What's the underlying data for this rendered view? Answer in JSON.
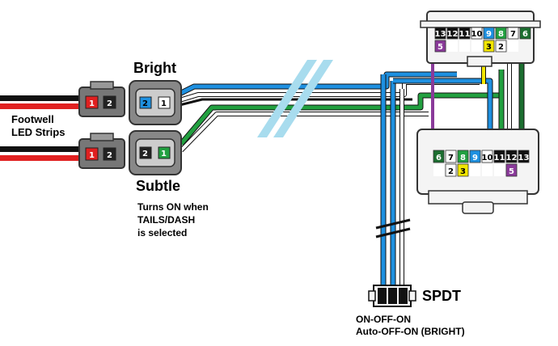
{
  "labels": {
    "bright": "Bright",
    "subtle": "Subtle",
    "footwell_line1": "Footwell",
    "footwell_line2": "LED Strips",
    "turns_on_line1": "Turns ON when",
    "turns_on_line2": "TAILS/DASH",
    "turns_on_line3": "is selected",
    "spdt": "SPDT",
    "switch_mode_line1": "ON-OFF-ON",
    "switch_mode_line2": "Auto-OFF-ON (BRIGHT)"
  },
  "small_plugs": {
    "top": {
      "pins": [
        "1",
        "2"
      ]
    },
    "bottom": {
      "pins": [
        "1",
        "2"
      ]
    }
  },
  "mid_connectors": {
    "bright": {
      "pins": [
        "2",
        "1"
      ]
    },
    "subtle": {
      "pins": [
        "2",
        "1"
      ]
    }
  },
  "top_connector": {
    "row1": [
      "13",
      "12",
      "11",
      "10",
      "9",
      "8",
      "7",
      "6"
    ],
    "row2": [
      "5",
      "",
      "",
      "",
      "3",
      "2",
      ""
    ]
  },
  "bottom_connector": {
    "row1": [
      "6",
      "7",
      "8",
      "9",
      "10",
      "11",
      "12",
      "13"
    ],
    "row2": [
      "",
      "2",
      "3",
      "",
      "",
      "",
      "5"
    ]
  },
  "colors": {
    "wire_blue": "#1e90e0",
    "wire_green": "#22a040",
    "wire_black": "#111111",
    "wire_red": "#e02020",
    "wire_purple": "#8a3a9a",
    "wire_yellow": "#f2e600",
    "break_mark": "#a8dcee",
    "connector_grey": "#8a8a8a",
    "connector_outline": "#555555"
  }
}
